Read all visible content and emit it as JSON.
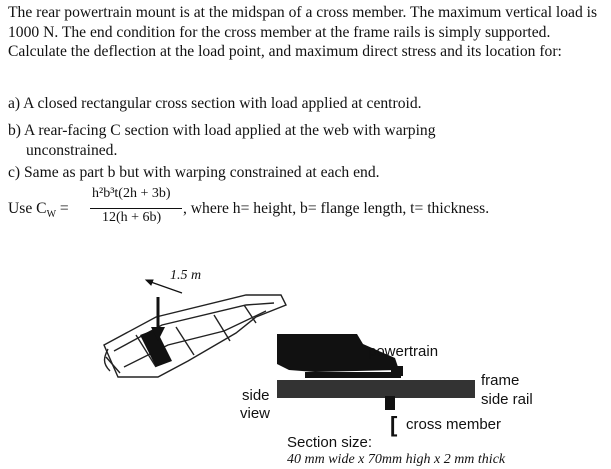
{
  "problem": {
    "paragraph": "The rear powertrain mount is at the midspan of a cross member. The maximum vertical load is 1000 N. The end condition for the cross member at the frame rails is simply supported. Calculate the deflection at the load point, and maximum direct stress and its location for:",
    "item_a": "a) A closed rectangular cross section with load applied at centroid.",
    "item_b_line1": "b) A rear-facing C section with load applied at the web with warping",
    "item_b_line2": "unconstrained.",
    "item_c": "c) Same as part b but with warping constrained at each end."
  },
  "formula": {
    "prefix": "Use C",
    "subscript": "W",
    "equals": "=",
    "numerator": "h²b³t(2h + 3b)",
    "denominator": "12(h + 6b)",
    "suffix": ", where h= height, b= flange length, t= thickness."
  },
  "figure": {
    "span_label": "1.5 m",
    "powertrain_label": "powertrain",
    "frame_label_line1": "frame",
    "frame_label_line2": "side rail",
    "side_view_line1": "side",
    "side_view_line2": "view",
    "cross_member_symbol": "[",
    "cross_member_label": "cross member",
    "section_size_label": "Section size:",
    "section_size_value": "40 mm wide  x 70mm high x 2 mm thick"
  }
}
